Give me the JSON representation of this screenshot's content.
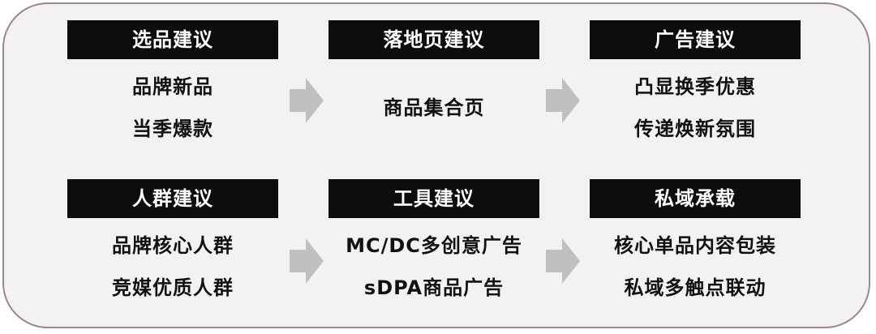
{
  "blocks": [
    {
      "title": "选品建议",
      "items": [
        "品牌新品",
        "当季爆款"
      ]
    },
    {
      "title": "落地页建议",
      "items": [
        "商品集合页"
      ]
    },
    {
      "title": "广告建议",
      "items": [
        "凸显换季优惠",
        "传递焕新氛围"
      ]
    },
    {
      "title": "人群建议",
      "items": [
        "品牌核心人群",
        "竞媒优质人群"
      ]
    },
    {
      "title": "工具建议",
      "items": [
        "MC/DC多创意广告",
        "sDPA商品广告"
      ]
    },
    {
      "title": "私域承载",
      "items": [
        "核心单品内容包装",
        "私域多触点联动"
      ]
    }
  ],
  "colors": {
    "panel_bg": "#f2f2f2",
    "panel_border": "#9d8783",
    "header_bg": "#0d0d0d",
    "header_text": "#ffffff",
    "arrow": "#bfbfbf"
  },
  "icons": {
    "arrow": "right-arrow-icon"
  }
}
